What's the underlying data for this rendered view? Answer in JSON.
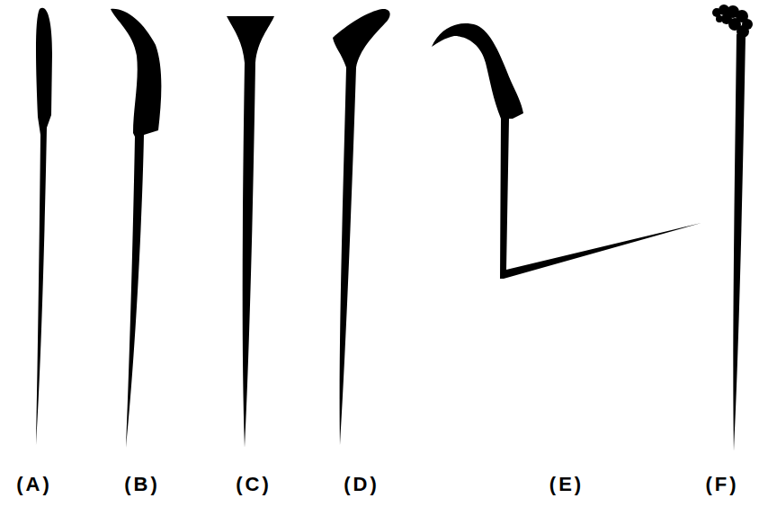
{
  "diagram": {
    "labels": [
      "(A)",
      "(B)",
      "(C)",
      "(D)",
      "(E)",
      "(F)"
    ]
  }
}
